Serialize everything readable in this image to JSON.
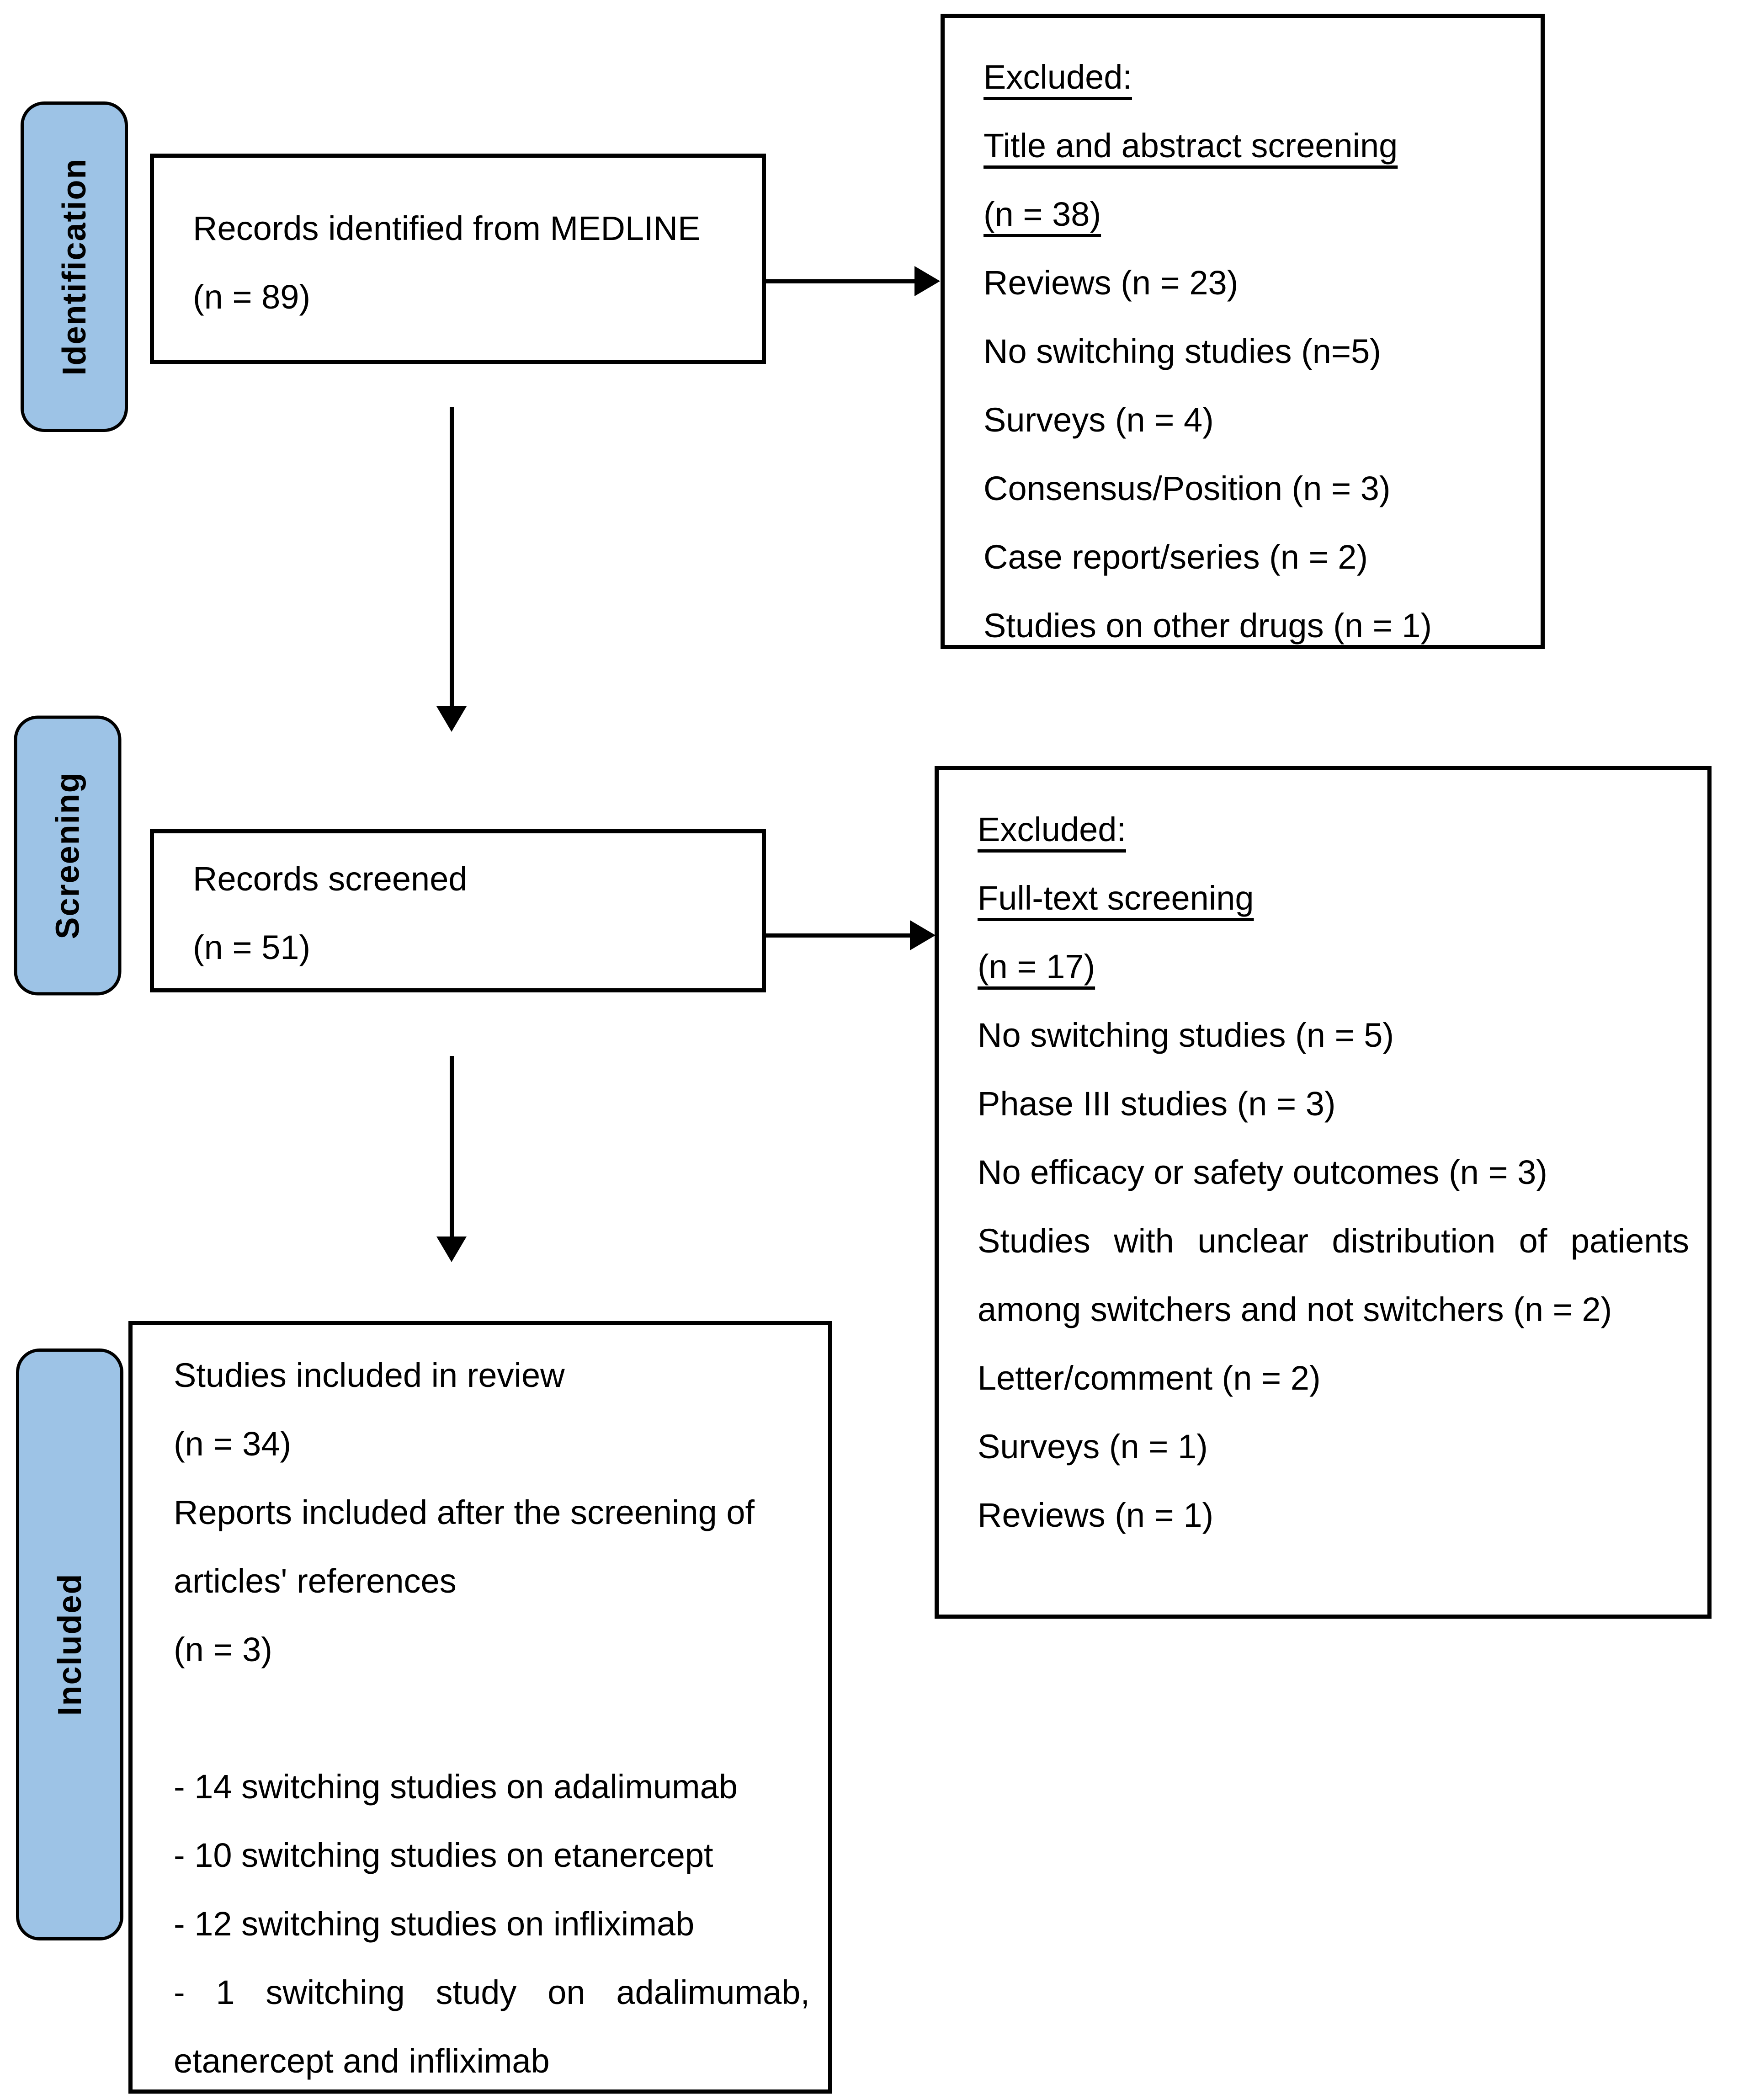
{
  "stages": {
    "identification": "Identification",
    "screening": "Screening",
    "included": "Included"
  },
  "boxes": {
    "identified": {
      "lines": [
        "Records identified from MEDLINE",
        "(n = 89)"
      ]
    },
    "screened": {
      "lines": [
        "Records screened",
        "(n = 51)"
      ]
    },
    "excluded_title_abstract": {
      "lines": [
        "Excluded:",
        "Title and abstract screening",
        "(n = 38)",
        "Reviews (n = 23)",
        "No switching studies (n=5)",
        "Surveys (n = 4)",
        "Consensus/Position (n = 3)",
        "Case report/series (n = 2)",
        "Studies on other drugs (n = 1)"
      ]
    },
    "excluded_full_text": {
      "lines": [
        "Excluded:",
        "Full-text screening",
        "(n = 17)",
        "No switching studies (n = 5)",
        "Phase III studies (n = 3)",
        "No efficacy or safety outcomes (n = 3)",
        "Studies with unclear distribution of patients",
        "among switchers and not switchers (n = 2)",
        "Letter/comment (n = 2)",
        "Surveys (n = 1)",
        "Reviews (n = 1)"
      ]
    },
    "included_studies": {
      "lines": [
        "Studies included in review",
        "(n = 34)",
        "Reports included after the screening of",
        "articles' references",
        "(n = 3)",
        "",
        "- 14 switching studies on adalimumab",
        "- 10 switching studies on etanercept",
        "- 12 switching studies on infliximab",
        "- 1 switching study on adalimumab,",
        "etanercept and infliximab"
      ]
    }
  },
  "colors": {
    "stage_fill": "#9DC3E6",
    "border": "#000000",
    "box_background": "#FFFFFF"
  }
}
